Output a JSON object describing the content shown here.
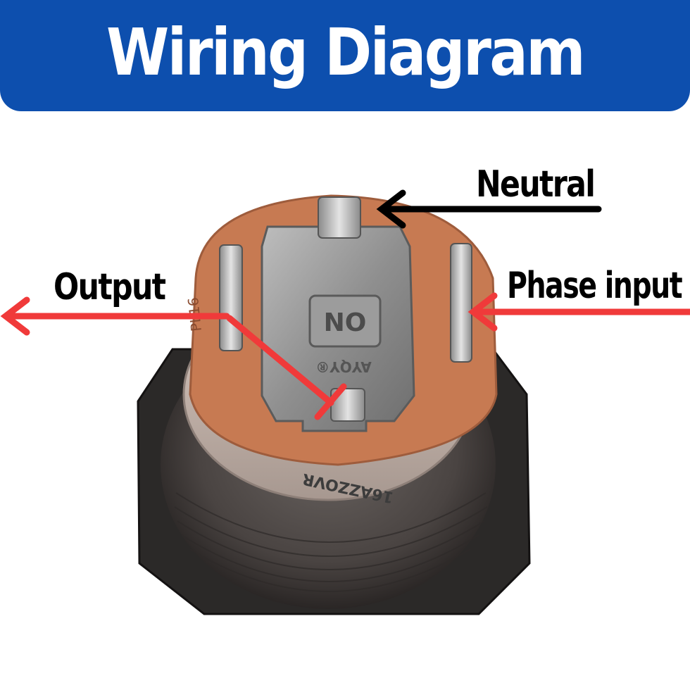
{
  "header": {
    "title": "Wiring Diagram",
    "background_color": "#0d4fae",
    "text_color": "#ffffff"
  },
  "labels": {
    "neutral": "Neutral",
    "output": "Output",
    "phase_input": "Phase input"
  },
  "switch_marking": {
    "contact_type": "NO",
    "logo_text": "AYQY®",
    "model_text": "16AZZOVR",
    "side_text": "PL16"
  },
  "colors": {
    "arrow_red": "#f03a3a",
    "arrow_black": "#000000",
    "housing_orange": "#c77a52",
    "terminal_metal": "#9b9b9b"
  }
}
